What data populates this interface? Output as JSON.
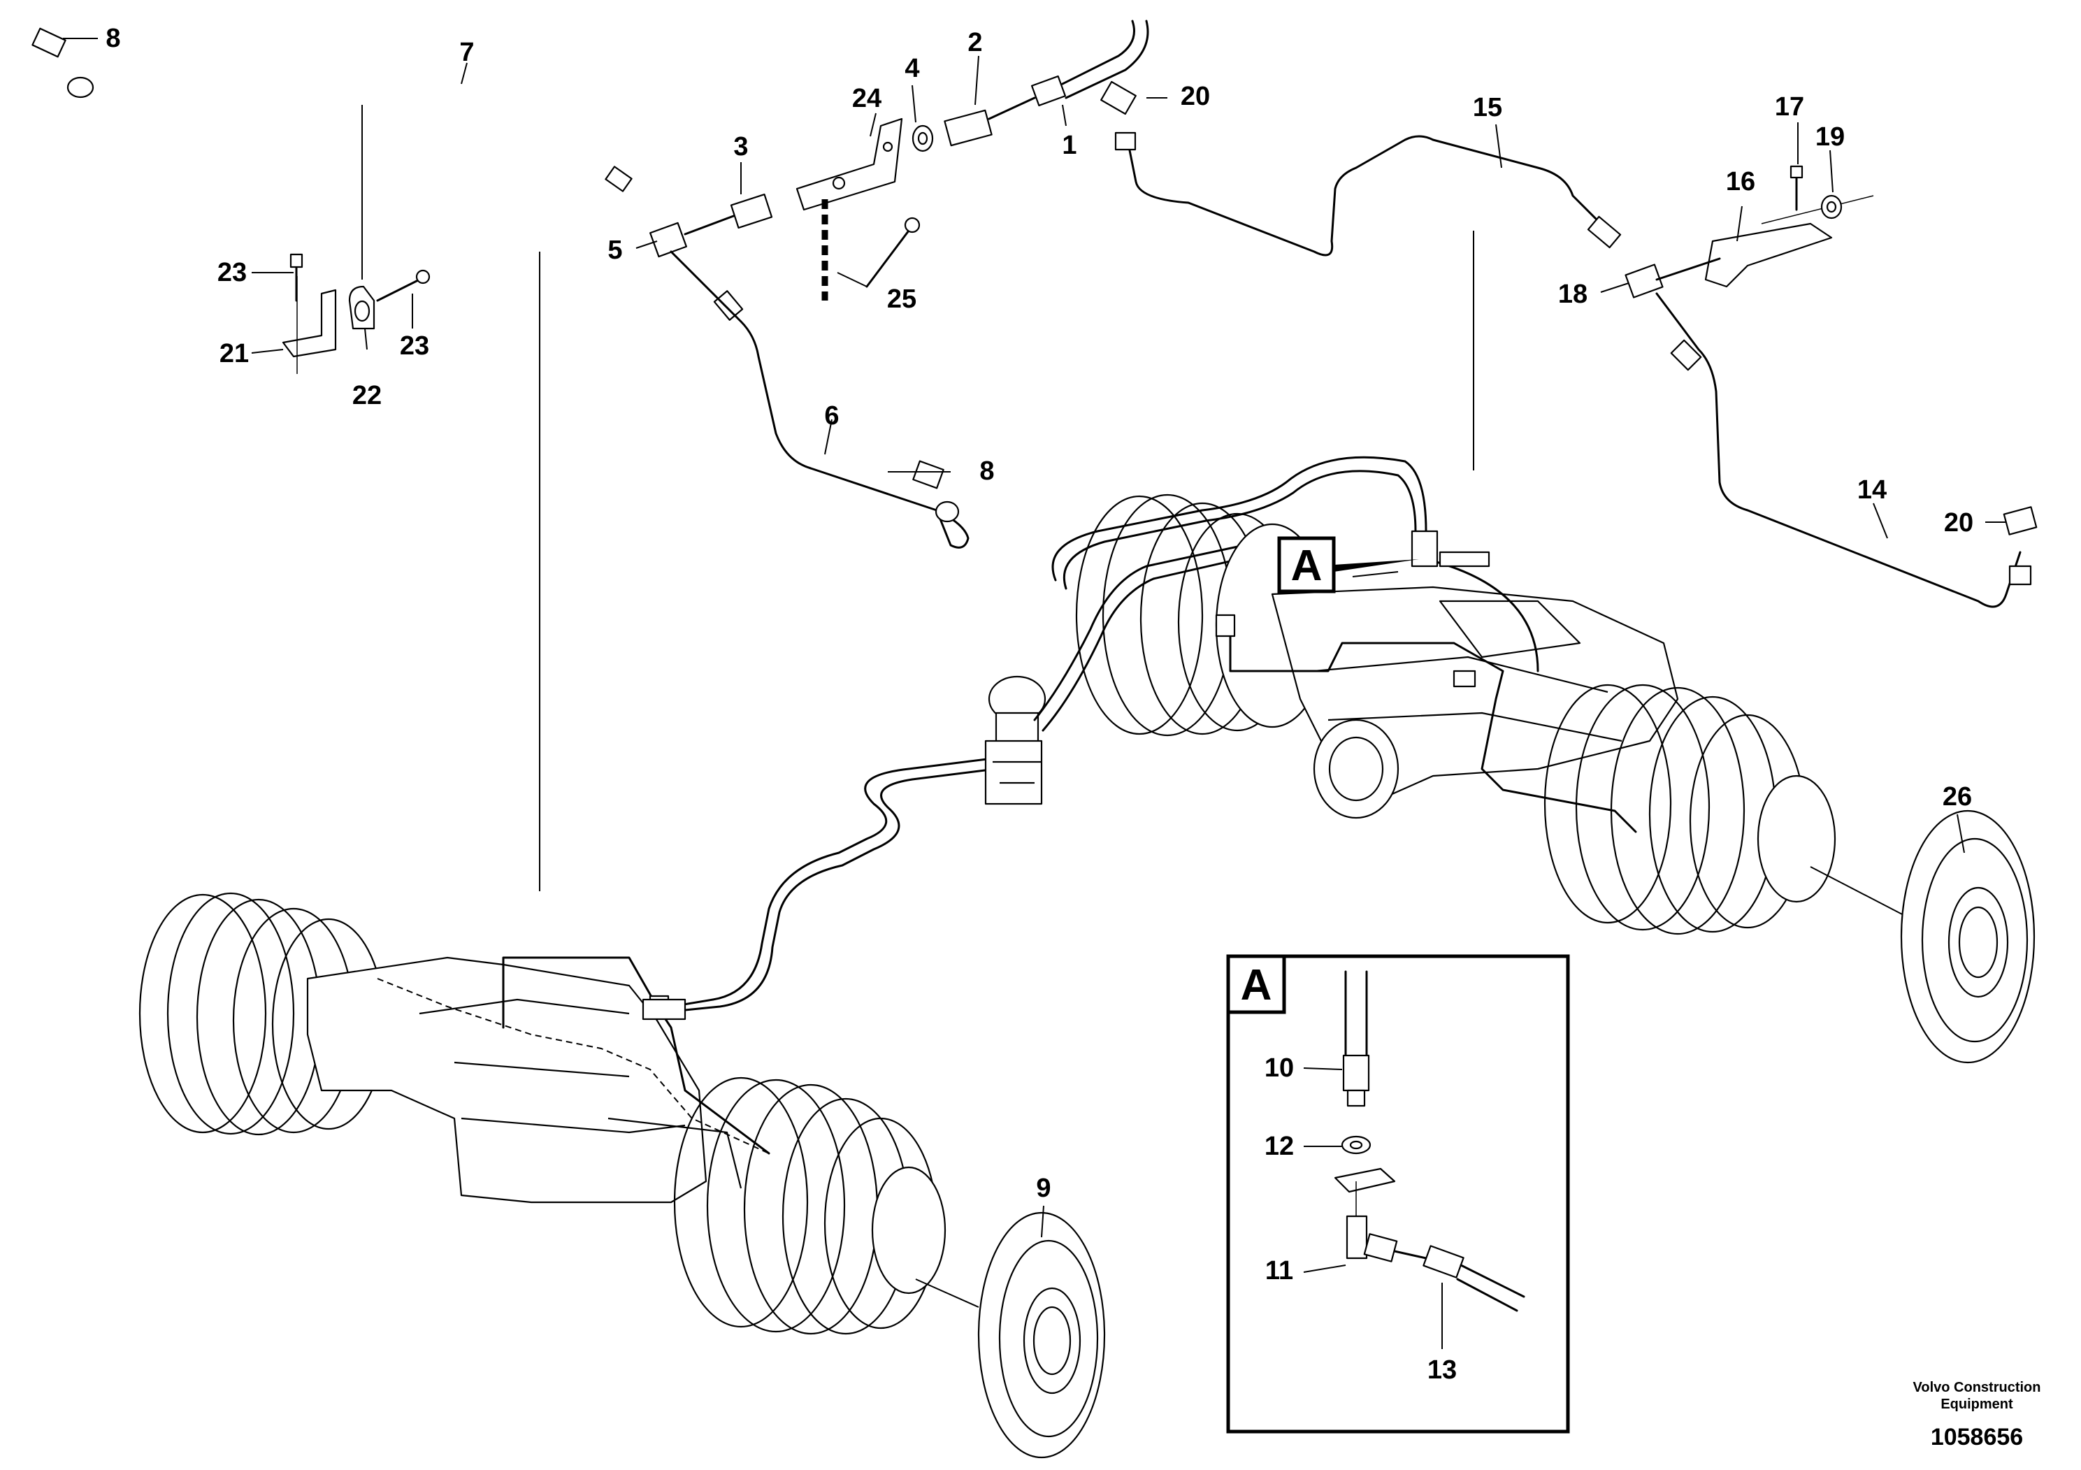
{
  "parts": {
    "p1": "1",
    "p2": "2",
    "p3": "3",
    "p4": "4",
    "p5": "5",
    "p6": "6",
    "p7": "7",
    "p8a": "8",
    "p8b": "8",
    "p9": "9",
    "p10": "10",
    "p11": "11",
    "p12": "12",
    "p13": "13",
    "p14": "14",
    "p15": "15",
    "p16": "16",
    "p17": "17",
    "p18": "18",
    "p19": "19",
    "p20a": "20",
    "p20b": "20",
    "p21": "21",
    "p22": "22",
    "p23a": "23",
    "p23b": "23",
    "p24": "24",
    "p25": "25",
    "p26": "26"
  },
  "detail": {
    "callout": "A",
    "inset_title": "A"
  },
  "footer": {
    "brand_line1": "Volvo Construction",
    "brand_line2": "Equipment",
    "doc_number": "1058656"
  }
}
